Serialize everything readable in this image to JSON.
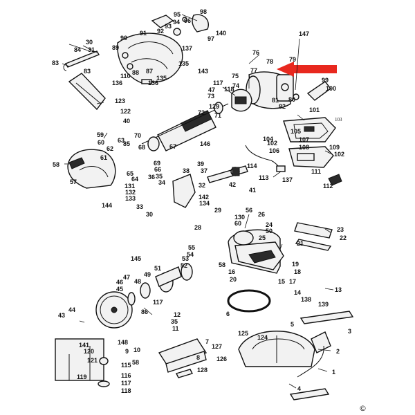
{
  "labels": [
    {
      "id": "l98",
      "text": "98"
    },
    {
      "id": "l95",
      "text": "95"
    },
    {
      "id": "l96",
      "text": "96"
    },
    {
      "id": "l93",
      "text": "93"
    },
    {
      "id": "l94",
      "text": "94"
    },
    {
      "id": "l92",
      "text": "92"
    },
    {
      "id": "l91",
      "text": "91"
    },
    {
      "id": "l97",
      "text": "97"
    },
    {
      "id": "l140",
      "text": "140"
    },
    {
      "id": "l147",
      "text": "147"
    },
    {
      "id": "l30a",
      "text": "30"
    },
    {
      "id": "l90",
      "text": "90"
    },
    {
      "id": "l89",
      "text": "89"
    },
    {
      "id": "l84",
      "text": "84"
    },
    {
      "id": "l31",
      "text": "31"
    },
    {
      "id": "l137",
      "text": "137"
    },
    {
      "id": "l83a",
      "text": "83"
    },
    {
      "id": "l83b",
      "text": "83"
    },
    {
      "id": "l88",
      "text": "88"
    },
    {
      "id": "l87",
      "text": "87"
    },
    {
      "id": "l110",
      "text": "110"
    },
    {
      "id": "l136a",
      "text": "136"
    },
    {
      "id": "l135",
      "text": "135"
    },
    {
      "id": "l136b",
      "text": "136"
    },
    {
      "id": "l135b",
      "text": "135"
    },
    {
      "id": "l143",
      "text": "143"
    },
    {
      "id": "l76",
      "text": "76"
    },
    {
      "id": "l78",
      "text": "78"
    },
    {
      "id": "l79",
      "text": "79"
    },
    {
      "id": "l75",
      "text": "75"
    },
    {
      "id": "l77",
      "text": "77"
    },
    {
      "id": "l99",
      "text": "99"
    },
    {
      "id": "l100",
      "text": "100"
    },
    {
      "id": "l117a",
      "text": "117"
    },
    {
      "id": "l74",
      "text": "74"
    },
    {
      "id": "l47a",
      "text": "47"
    },
    {
      "id": "l73",
      "text": "73"
    },
    {
      "id": "l118",
      "text": "118"
    },
    {
      "id": "l80",
      "text": "80"
    },
    {
      "id": "l81",
      "text": "81"
    },
    {
      "id": "l82",
      "text": "82"
    },
    {
      "id": "l123",
      "text": "123"
    },
    {
      "id": "l129",
      "text": "129"
    },
    {
      "id": "l72",
      "text": "72"
    },
    {
      "id": "l71",
      "text": "71"
    },
    {
      "id": "l101",
      "text": "101"
    },
    {
      "id": "l122",
      "text": "122"
    },
    {
      "id": "l40",
      "text": "40"
    },
    {
      "id": "l103",
      "text": "103"
    },
    {
      "id": "l105",
      "text": "105"
    },
    {
      "id": "l104",
      "text": "104"
    },
    {
      "id": "l102a",
      "text": "102"
    },
    {
      "id": "l107",
      "text": "107"
    },
    {
      "id": "l108",
      "text": "108"
    },
    {
      "id": "l59",
      "text": "59"
    },
    {
      "id": "l60",
      "text": "60"
    },
    {
      "id": "l62",
      "text": "62"
    },
    {
      "id": "l63",
      "text": "63"
    },
    {
      "id": "l85",
      "text": "85"
    },
    {
      "id": "l70",
      "text": "70"
    },
    {
      "id": "l67",
      "text": "67"
    },
    {
      "id": "l146",
      "text": "146"
    },
    {
      "id": "l109",
      "text": "109"
    },
    {
      "id": "l106",
      "text": "106"
    },
    {
      "id": "l102b",
      "text": "102"
    },
    {
      "id": "l68",
      "text": "68"
    },
    {
      "id": "l69",
      "text": "69"
    },
    {
      "id": "l66",
      "text": "66"
    },
    {
      "id": "l58a",
      "text": "58"
    },
    {
      "id": "l61",
      "text": "61"
    },
    {
      "id": "l111",
      "text": "111"
    },
    {
      "id": "l39",
      "text": "39"
    },
    {
      "id": "l38",
      "text": "38"
    },
    {
      "id": "l37",
      "text": "37"
    },
    {
      "id": "l114",
      "text": "114"
    },
    {
      "id": "l65",
      "text": "65"
    },
    {
      "id": "l64",
      "text": "64"
    },
    {
      "id": "l36",
      "text": "36"
    },
    {
      "id": "l35",
      "text": "35"
    },
    {
      "id": "l34",
      "text": "34"
    },
    {
      "id": "l32",
      "text": "32"
    },
    {
      "id": "l113",
      "text": "113"
    },
    {
      "id": "l137b",
      "text": "137"
    },
    {
      "id": "l57",
      "text": "57"
    },
    {
      "id": "l131",
      "text": "131"
    },
    {
      "id": "l132",
      "text": "132"
    },
    {
      "id": "l133",
      "text": "133"
    },
    {
      "id": "l42",
      "text": "42"
    },
    {
      "id": "l112",
      "text": "112"
    },
    {
      "id": "l41",
      "text": "41"
    },
    {
      "id": "l142",
      "text": "142"
    },
    {
      "id": "l134",
      "text": "134"
    },
    {
      "id": "l144",
      "text": "144"
    },
    {
      "id": "l33",
      "text": "33"
    },
    {
      "id": "l30b",
      "text": "30"
    },
    {
      "id": "l29",
      "text": "29"
    },
    {
      "id": "l56",
      "text": "56"
    },
    {
      "id": "l130",
      "text": "130"
    },
    {
      "id": "l26",
      "text": "26"
    },
    {
      "id": "l60b",
      "text": "60"
    },
    {
      "id": "l24",
      "text": "24"
    },
    {
      "id": "l50",
      "text": "50"
    },
    {
      "id": "l28",
      "text": "28"
    },
    {
      "id": "l23",
      "text": "23"
    },
    {
      "id": "l22",
      "text": "22"
    },
    {
      "id": "l25",
      "text": "25"
    },
    {
      "id": "l55",
      "text": "55"
    },
    {
      "id": "l54",
      "text": "54"
    },
    {
      "id": "l21",
      "text": "21"
    },
    {
      "id": "l145",
      "text": "145"
    },
    {
      "id": "l53",
      "text": "53"
    },
    {
      "id": "l52",
      "text": "52"
    },
    {
      "id": "l51",
      "text": "51"
    },
    {
      "id": "l58b",
      "text": "58"
    },
    {
      "id": "l16",
      "text": "16"
    },
    {
      "id": "l20",
      "text": "20"
    },
    {
      "id": "l19",
      "text": "19"
    },
    {
      "id": "l18",
      "text": "18"
    },
    {
      "id": "l17",
      "text": "17"
    },
    {
      "id": "l49",
      "text": "49"
    },
    {
      "id": "l47b",
      "text": "47"
    },
    {
      "id": "l48",
      "text": "48"
    },
    {
      "id": "l46",
      "text": "46"
    },
    {
      "id": "l45",
      "text": "45"
    },
    {
      "id": "l117b",
      "text": "117"
    },
    {
      "id": "l15",
      "text": "15"
    },
    {
      "id": "l14",
      "text": "14"
    },
    {
      "id": "l13",
      "text": "13"
    },
    {
      "id": "l86",
      "text": "86"
    },
    {
      "id": "l138",
      "text": "138"
    },
    {
      "id": "l139",
      "text": "139"
    },
    {
      "id": "l44",
      "text": "44"
    },
    {
      "id": "l43",
      "text": "43"
    },
    {
      "id": "l12",
      "text": "12"
    },
    {
      "id": "l35b",
      "text": "35"
    },
    {
      "id": "l11",
      "text": "11"
    },
    {
      "id": "l6",
      "text": "6"
    },
    {
      "id": "l5",
      "text": "5"
    },
    {
      "id": "l3",
      "text": "3"
    },
    {
      "id": "l148",
      "text": "148"
    },
    {
      "id": "l141",
      "text": "141"
    },
    {
      "id": "l120",
      "text": "120"
    },
    {
      "id": "l9",
      "text": "9"
    },
    {
      "id": "l10",
      "text": "10"
    },
    {
      "id": "l7",
      "text": "7"
    },
    {
      "id": "l127",
      "text": "127"
    },
    {
      "id": "l125",
      "text": "125"
    },
    {
      "id": "l124",
      "text": "124"
    },
    {
      "id": "l2",
      "text": "2"
    },
    {
      "id": "l121",
      "text": "121"
    },
    {
      "id": "l115",
      "text": "115"
    },
    {
      "id": "l58c",
      "text": "58"
    },
    {
      "id": "l8",
      "text": "8"
    },
    {
      "id": "l126",
      "text": "126"
    },
    {
      "id": "l116",
      "text": "116"
    },
    {
      "id": "l119",
      "text": "119"
    },
    {
      "id": "l117c",
      "text": "117"
    },
    {
      "id": "l118b",
      "text": "118"
    },
    {
      "id": "l128",
      "text": "128"
    },
    {
      "id": "l1",
      "text": "1"
    },
    {
      "id": "l4",
      "text": "4"
    }
  ],
  "copyright": "©",
  "colors": {
    "arrow": "#e8281e",
    "line": "#111111",
    "paper": "#ffffff"
  }
}
